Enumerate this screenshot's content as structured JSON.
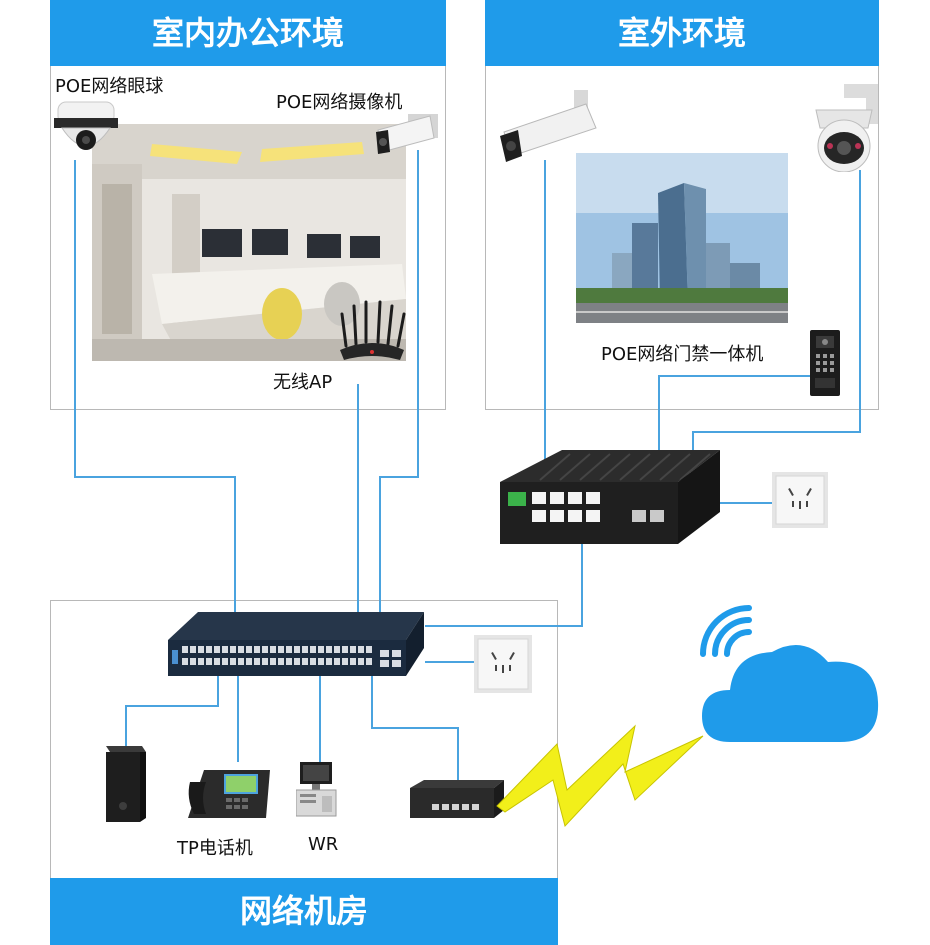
{
  "indoor": {
    "title": "室内办公环境"
  },
  "outdoor": {
    "title": "室外环境"
  },
  "server_room": {
    "title": "网络机房"
  },
  "devices": {
    "dome_camera": "POE网络眼球",
    "bullet_camera": "POE网络摄像机",
    "wireless_ap": "无线AP",
    "access_control": "POE网络门禁一体机",
    "ip_phone": "TP电话机",
    "workstation": "WR"
  },
  "colors": {
    "banner": "#1f9bea",
    "wire": "#4aa3df",
    "bolt": "#f2ef1a"
  }
}
